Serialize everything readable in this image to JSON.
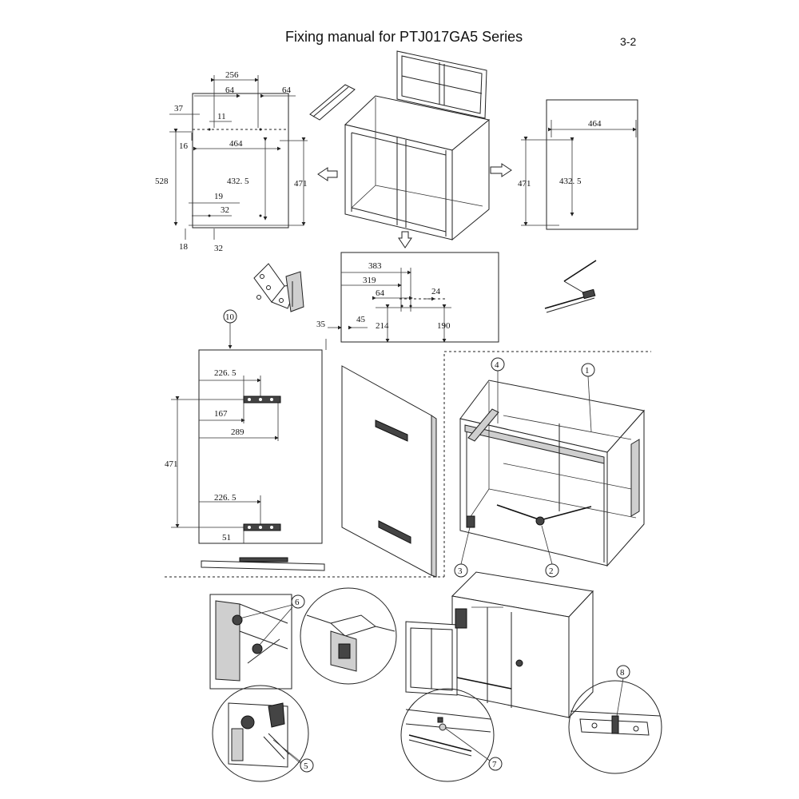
{
  "header": {
    "title": "Fixing manual for PTJ017GA5 Series",
    "page": "3-2"
  },
  "side_panel_left": {
    "dims": [
      "256",
      "64",
      "64",
      "37",
      "11",
      "16",
      "464",
      "528",
      "432. 5",
      "471",
      "19",
      "32",
      "18",
      "32"
    ]
  },
  "side_panel_right": {
    "dims": [
      "464",
      "471",
      "432. 5"
    ]
  },
  "bottom_panel": {
    "dims": [
      "383",
      "319",
      "64",
      "24",
      "35",
      "45",
      "214",
      "190"
    ]
  },
  "door_panel": {
    "dims": [
      "226. 5",
      "167",
      "289",
      "471",
      "226. 5",
      "51"
    ]
  },
  "callouts": [
    "10",
    "4",
    "1",
    "3",
    "2",
    "6",
    "5",
    "7",
    "8"
  ]
}
